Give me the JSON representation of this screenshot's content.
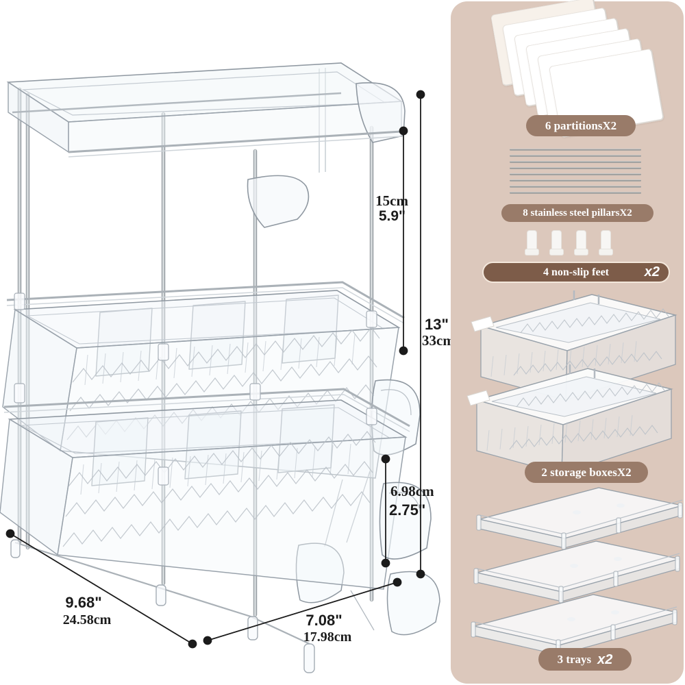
{
  "colors": {
    "panel_bg": "#dcc8bc",
    "pill_bg": "#997b69",
    "bar_bg": "#7d5c49",
    "bar_border": "#f3e7db",
    "pill_text": "#ffffff",
    "dimension_ink": "#1b1b1b",
    "sketch_stroke": "#8f98a1"
  },
  "dimensions": {
    "upper_tier_height": {
      "metric": "15cm",
      "imperial": "5.9\""
    },
    "total_height": {
      "imperial": "13\"",
      "metric": "33cm"
    },
    "drawer_height": {
      "metric": "6.98cm",
      "imperial": "2.75\""
    },
    "depth": {
      "imperial": "9.68\"",
      "metric": "24.58cm"
    },
    "width": {
      "imperial": "7.08\"",
      "metric": "17.98cm"
    }
  },
  "parts": {
    "partitions": {
      "label": "6 partitionsX2"
    },
    "pillars": {
      "label": "8 stainless steel pillarsX2"
    },
    "feet": {
      "label": "4 non-slip feet",
      "multiplier": "x2"
    },
    "boxes": {
      "label": "2 storage boxesX2"
    },
    "trays": {
      "label": "3 trays",
      "multiplier": "x2"
    }
  }
}
